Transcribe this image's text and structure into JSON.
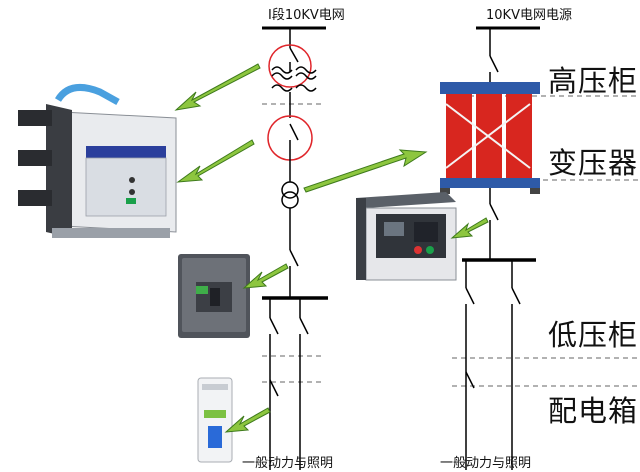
{
  "labels": {
    "source_left": "Ⅰ段10KV电网",
    "source_right": "10KV电网电源",
    "category_hv_cabinet": "高压柜",
    "category_transformer": "变压器",
    "category_lv_cabinet": "低压柜",
    "category_distribution_box": "配电箱",
    "load_left": "一般动力与照明",
    "load_right": "一般动力与照明"
  },
  "colors": {
    "line": "#000000",
    "dashed": "#666666",
    "breaker_circle": "#e0262b",
    "arrow_fill": "#8dc63f",
    "arrow_stroke": "#3e7a1c",
    "transformer_red": "#d8261f",
    "panel_blue": "#2b3f9c",
    "cabinet_grey": "#e9ebee"
  },
  "icons": {
    "vacuum_breaker": "vacuum-circuit-breaker-icon",
    "transformer": "dry-type-transformer-icon",
    "acb": "air-circuit-breaker-icon",
    "mccb": "molded-case-breaker-icon",
    "mcb": "miniature-breaker-icon"
  }
}
